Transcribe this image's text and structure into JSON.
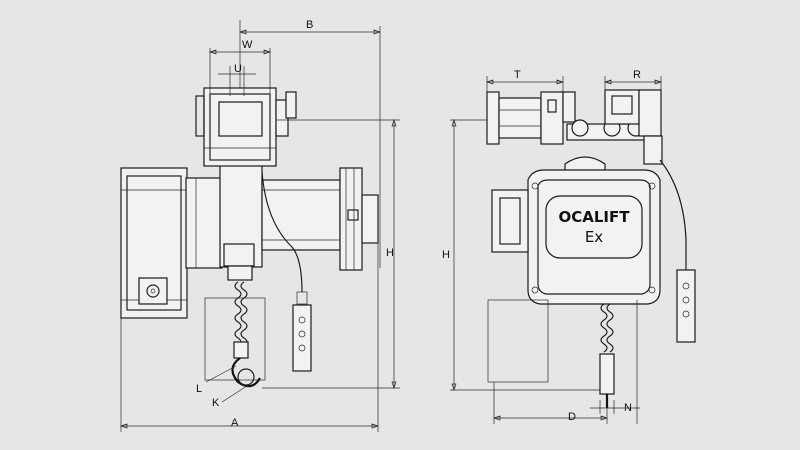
{
  "nameplate": {
    "line1": "OCALIFT",
    "line2": "Ex"
  },
  "left_view_dimensions": {
    "A": "A",
    "B": "B",
    "W": "W",
    "U": "U",
    "H": "H",
    "L": "L",
    "K": "K"
  },
  "right_view_dimensions": {
    "T": "T",
    "R": "R",
    "H": "H",
    "D": "D",
    "N": "N"
  }
}
